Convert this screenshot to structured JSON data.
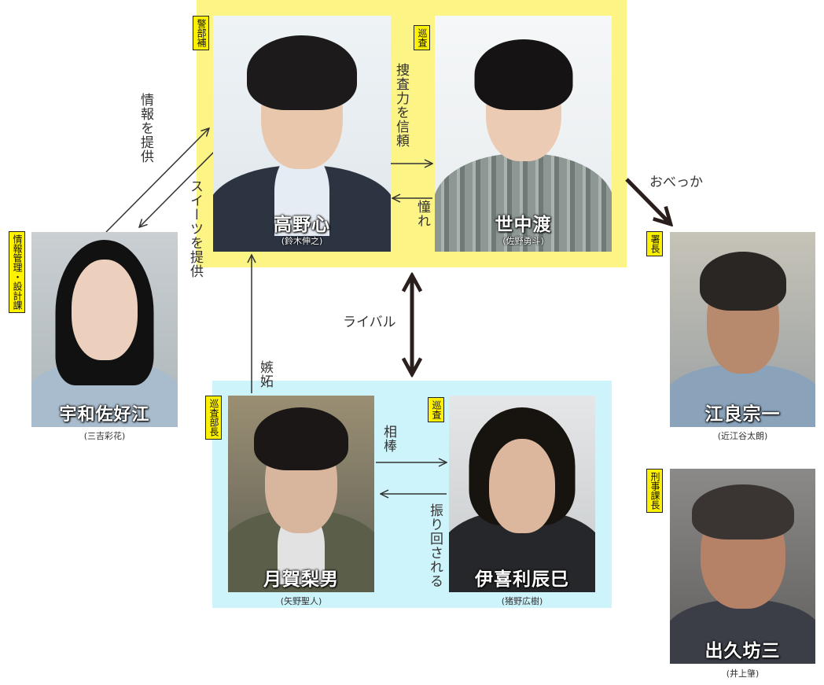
{
  "characters": {
    "takano": {
      "name": "高野心",
      "actor": "(鈴木伸之)",
      "rank": "警部補"
    },
    "yonaka": {
      "name": "世中渡",
      "actor": "(佐野勇斗)",
      "rank": "巡査"
    },
    "uwa": {
      "name": "宇和佐好江",
      "actor": "(三吉彩花)",
      "rank": "情報管理・設計課"
    },
    "era": {
      "name": "江良宗一",
      "actor": "(近江谷太朗)",
      "rank": "署長"
    },
    "dekubo": {
      "name": "出久坊三",
      "actor": "(井上肇)",
      "rank": "刑事課長"
    },
    "tsukiga": {
      "name": "月賀梨男",
      "actor": "(矢野聖人)",
      "rank": "巡査部長"
    },
    "ikiri": {
      "name": "伊喜利辰巳",
      "actor": "(猪野広樹)",
      "rank": "巡査"
    }
  },
  "relations": {
    "info_provide": "情報を提供",
    "suits_provide": "スイーツを提供",
    "trust": "捜査力を信頼",
    "admire": "憧れ",
    "flattery": "おべっか",
    "rival": "ライバル",
    "jealousy": "嫉妬",
    "partner": "相棒",
    "swayed": "振り回される"
  },
  "colors": {
    "yellow_group": "#fdf486",
    "blue_group": "#cdf3fb",
    "rank_badge": "#fff200",
    "arrow": "#333333",
    "bold_arrow": "#2a1f1c"
  }
}
